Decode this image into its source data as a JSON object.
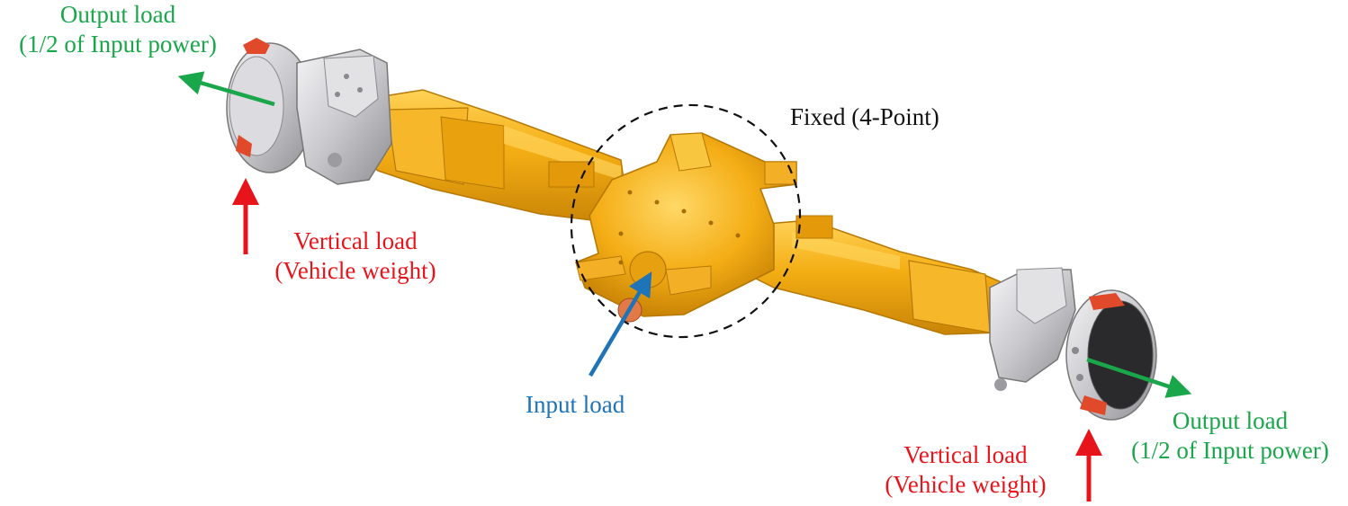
{
  "labels": {
    "output_left": {
      "line1": "Output load",
      "line2": "(1/2 of Input power)"
    },
    "output_right": {
      "line1": "Output load",
      "line2": "(1/2 of Input power)"
    },
    "vertical_left": {
      "line1": "Vertical load",
      "line2": "(Vehicle weight)"
    },
    "vertical_right": {
      "line1": "Vertical load",
      "line2": "(Vehicle weight)"
    },
    "input": {
      "text": "Input load"
    },
    "fixed": {
      "text": "Fixed (4-Point)"
    }
  },
  "colors": {
    "output_load": "#1aa64a",
    "vertical_load": "#e8141b",
    "input_load": "#1f73b7",
    "axle_body": "#f2ad12",
    "hub": "#cfcfd2",
    "brake": "#e04a2a"
  }
}
